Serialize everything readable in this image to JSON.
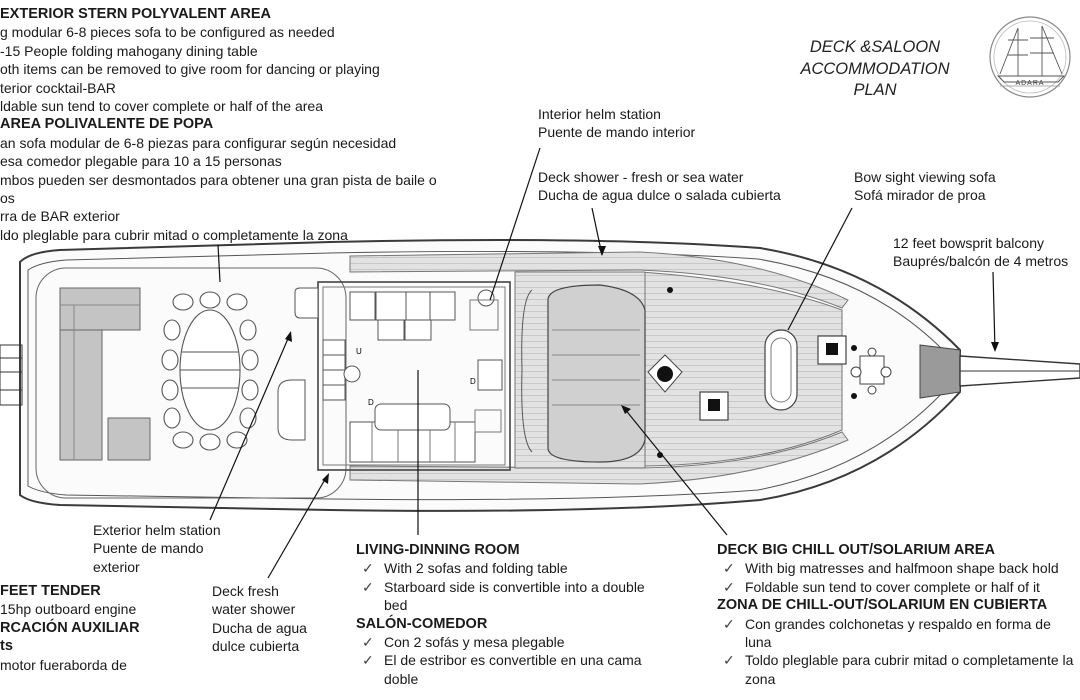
{
  "plan_title": [
    "DECK &SALOON",
    "ACCOMMODATION",
    "PLAN"
  ],
  "logo_text": "ADARA",
  "top_left": {
    "lines": [
      {
        "text": "EXTERIOR STERN POLYVALENT AREA",
        "bold": true
      },
      {
        "text": "g modular 6-8 pieces sofa to be configured as needed",
        "bold": false
      },
      {
        "text": "-15 People folding mahogany dining table",
        "bold": false
      },
      {
        "text": "oth items can be removed to give room for dancing or playing",
        "bold": false
      },
      {
        "text": "terior cocktail-BAR",
        "bold": false
      },
      {
        "text": "ldable sun tend to cover complete or half of the area",
        "bold": false
      },
      {
        "text": "AREA POLIVALENTE DE POPA",
        "bold": true
      },
      {
        "text": "an sofa modular de 6-8 piezas para configurar según necesidad",
        "bold": false
      },
      {
        "text": "esa comedor plegable para 10 a 15 personas",
        "bold": false
      },
      {
        "text": "mbos pueden ser desmontados para obtener una gran pista de baile o",
        "bold": false
      },
      {
        "text": "os",
        "bold": false
      },
      {
        "text": "rra de BAR exterior",
        "bold": false
      },
      {
        "text": "ldo pleglable para cubrir mitad o completamente la zona",
        "bold": false
      }
    ]
  },
  "interior_helm": [
    "Interior helm station",
    "Puente de mando interior"
  ],
  "deck_shower": [
    "Deck shower - fresh or sea water",
    "Ducha de agua dulce o salada cubierta"
  ],
  "bow_sofa": [
    "Bow sight viewing sofa",
    "Sofá mirador de proa"
  ],
  "bowsprit": [
    "12 feet bowsprit balcony",
    "Bauprés/balcón de 4 metros"
  ],
  "exterior_helm": [
    "Exterior helm station",
    "Puente de mando",
    "exterior"
  ],
  "tender": {
    "lines": [
      {
        "text": "FEET TENDER",
        "bold": true
      },
      {
        "text": "15hp outboard engine",
        "bold": false
      },
      {
        "text": "RCACIÓN AUXILIAR",
        "bold": true
      },
      {
        "text": "ts",
        "bold": true
      },
      {
        "text": "motor fueraborda de",
        "bold": false
      }
    ]
  },
  "fresh_shower": [
    "Deck fresh",
    "water shower",
    "Ducha de agua",
    "dulce cubierta"
  ],
  "living": {
    "lines": [
      {
        "text": "LIVING-DINNING ROOM",
        "bold": true,
        "check": false
      },
      {
        "text": "With 2 sofas and folding table",
        "bold": false,
        "check": true
      },
      {
        "text": "Starboard side is convertible into a double",
        "bold": false,
        "check": true
      },
      {
        "text": "bed",
        "bold": false,
        "check": false,
        "indent": true
      },
      {
        "text": "SALÓN-COMEDOR",
        "bold": true,
        "check": false
      },
      {
        "text": "Con 2 sofás y mesa plegable",
        "bold": false,
        "check": true
      },
      {
        "text": "El de estribor es convertible en una cama",
        "bold": false,
        "check": true
      },
      {
        "text": "doble",
        "bold": false,
        "check": false,
        "indent": true
      }
    ]
  },
  "chill": {
    "lines": [
      {
        "text": "DECK BIG CHILL OUT/SOLARIUM AREA",
        "bold": true,
        "check": false
      },
      {
        "text": "With big matresses and halfmoon shape back hold",
        "bold": false,
        "check": true
      },
      {
        "text": "Foldable sun tend to cover complete or half of it",
        "bold": false,
        "check": true
      },
      {
        "text": "ZONA DE CHILL-OUT/SOLARIUM EN CUBIERTA",
        "bold": true,
        "check": false
      },
      {
        "text": "Con grandes colchonetas y respaldo en forma de",
        "bold": false,
        "check": true
      },
      {
        "text": "luna",
        "bold": false,
        "check": false,
        "indent": true
      },
      {
        "text": "Toldo pleglable para cubrir mitad o completamente la",
        "bold": false,
        "check": true
      },
      {
        "text": "zona",
        "bold": false,
        "check": false,
        "indent": true
      }
    ]
  },
  "check_glyph": "✓",
  "colors": {
    "hull_line": "#3a3a3a",
    "deck_wood": "#dedede",
    "furniture": "#bcbcbc"
  }
}
